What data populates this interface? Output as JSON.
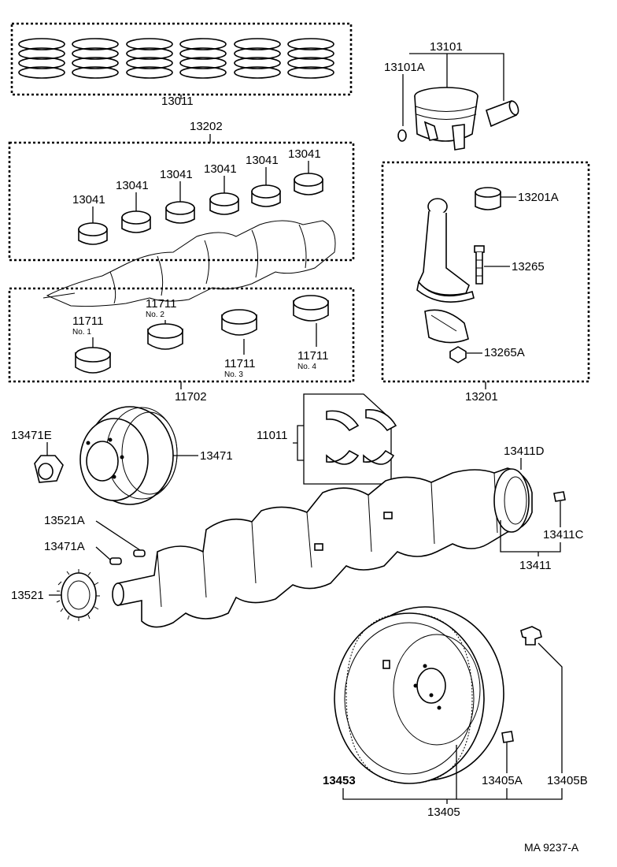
{
  "labels": {
    "piston_rings": "13011",
    "piston_assy": "13101",
    "piston_pin_clip": "13101A",
    "main_bearing_set": "13202",
    "rod_bearing_1": "13041",
    "rod_bearing_2": "13041",
    "rod_bearing_3": "13041",
    "rod_bearing_4": "13041",
    "rod_bearing_5": "13041",
    "rod_bearing_6": "13041",
    "con_rod_bushing": "13201A",
    "con_rod_bolt": "13265",
    "con_rod_nut": "13265A",
    "con_rod_assy": "13201",
    "main_bearing_no1": "11711",
    "main_bearing_no1_sub": "No. 1",
    "main_bearing_no2": "11711",
    "main_bearing_no2_sub": "No. 2",
    "main_bearing_no3": "11711",
    "main_bearing_no3_sub": "No. 3",
    "main_bearing_no4": "11711",
    "main_bearing_no4_sub": "No. 4",
    "crank_bearing_set": "11702",
    "thrust_washer": "11011",
    "pulley_bolt": "13471E",
    "crank_pulley": "13471",
    "crank_key_a": "13521A",
    "crank_key_b": "13471A",
    "timing_gear": "13521",
    "rear_bearing": "13411D",
    "crank_pin": "13411C",
    "crankshaft": "13411",
    "flywheel_gear": "13453",
    "flywheel_dowel": "13405A",
    "flywheel_bolt": "13405B",
    "flywheel_assy": "13405",
    "diagram_code": "MA 9237-A"
  }
}
